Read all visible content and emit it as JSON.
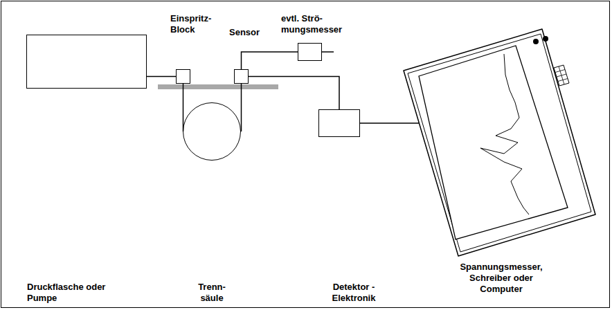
{
  "diagram": {
    "nodes": [
      {
        "text": [
          "Druckflasche oder Pumpe"
        ]
      },
      {
        "text": [
          "Einspritz- Block"
        ]
      },
      {
        "text": [
          "Trenn- säule"
        ]
      },
      {
        "text": [
          "Sensor"
        ]
      },
      {
        "text": [
          "evtl. Strö- mungsmesser"
        ]
      },
      {
        "text": [
          "Detektor - Elektronik"
        ]
      },
      {
        "text": [
          "Spannungsmesser, Schreiber oder Computer"
        ]
      }
    ],
    "edges": [
      {
        "from": 0,
        "to": 1,
        "arrow": "none"
      },
      {
        "from": 1,
        "to": 2,
        "arrow": "none"
      },
      {
        "from": 2,
        "to": 3,
        "arrow": "none"
      },
      {
        "from": 3,
        "to": 4,
        "arrow": "none"
      },
      {
        "from": 3,
        "to": 5,
        "arrow": "none"
      },
      {
        "from": 5,
        "to": 6,
        "arrow": "none"
      }
    ]
  }
}
